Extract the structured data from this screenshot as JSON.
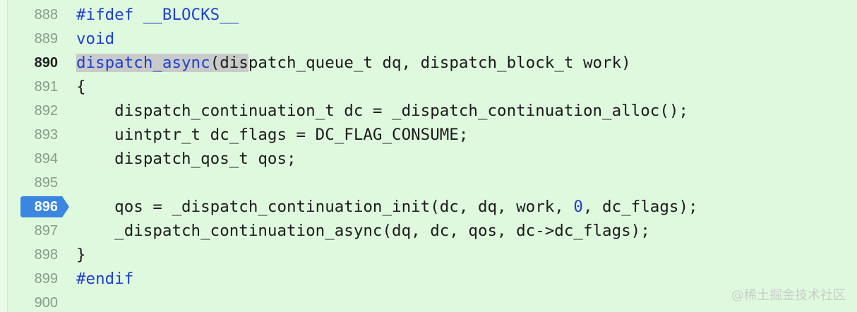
{
  "colors": {
    "background": "#dff9df",
    "keyword": "#1f3fd1",
    "breakpoint": "#3a86e0",
    "selection": "#c9cbc9"
  },
  "editor": {
    "lines": [
      {
        "number": "888",
        "tokens": [
          {
            "t": "#ifdef __BLOCKS__",
            "c": "kw"
          }
        ]
      },
      {
        "number": "889",
        "tokens": [
          {
            "t": "void",
            "c": "kw"
          }
        ]
      },
      {
        "number": "890",
        "current": true,
        "tokens": [
          {
            "t": "dispatch_async",
            "c": "kw hl"
          },
          {
            "t": "(",
            "c": "hl"
          },
          {
            "t": "dis",
            "c": "hl"
          },
          {
            "t": "patch_queue_t dq, dispatch_block_t work)",
            "c": ""
          }
        ]
      },
      {
        "number": "891",
        "tokens": [
          {
            "t": "{",
            "c": ""
          }
        ]
      },
      {
        "number": "892",
        "tokens": [
          {
            "t": "    dispatch_continuation_t dc = _dispatch_continuation_alloc();",
            "c": ""
          }
        ]
      },
      {
        "number": "893",
        "tokens": [
          {
            "t": "    uintptr_t dc_flags = DC_FLAG_CONSUME;",
            "c": ""
          }
        ]
      },
      {
        "number": "894",
        "tokens": [
          {
            "t": "    dispatch_qos_t qos;",
            "c": ""
          }
        ]
      },
      {
        "number": "895",
        "tokens": []
      },
      {
        "number": "896",
        "breakpoint": true,
        "tokens": [
          {
            "t": "    qos = _dispatch_continuation_init(dc, dq, work, ",
            "c": ""
          },
          {
            "t": "0",
            "c": "num"
          },
          {
            "t": ", dc_flags);",
            "c": ""
          }
        ]
      },
      {
        "number": "897",
        "tokens": [
          {
            "t": "    _dispatch_continuation_async(dq, dc, qos, dc->dc_flags);",
            "c": ""
          }
        ]
      },
      {
        "number": "898",
        "tokens": [
          {
            "t": "}",
            "c": ""
          }
        ]
      },
      {
        "number": "899",
        "tokens": [
          {
            "t": "#endif",
            "c": "kw"
          }
        ]
      },
      {
        "number": "900",
        "tokens": []
      }
    ]
  },
  "watermark": "@稀土掘金技术社区"
}
